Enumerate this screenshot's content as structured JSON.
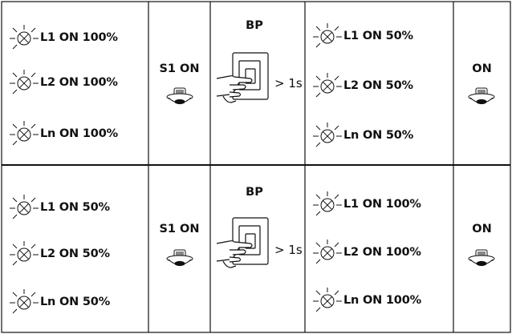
{
  "rows": [
    {
      "before": [
        "L1 ON 100%",
        "L2 ON 100%",
        "Ln ON 100%"
      ],
      "sensor_label": "S1 ON",
      "button_label": "BP",
      "press_duration": "> 1s",
      "after": [
        "L1 ON 50%",
        "L2 ON 50%",
        "Ln ON 50%"
      ],
      "result_label": "ON"
    },
    {
      "before": [
        "L1 ON 50%",
        "L2 ON 50%",
        "Ln ON 50%"
      ],
      "sensor_label": "S1 ON",
      "button_label": "BP",
      "press_duration": "> 1s",
      "after": [
        "L1 ON 100%",
        "L2 ON 100%",
        "Ln ON 100%"
      ],
      "result_label": "ON"
    }
  ],
  "colors": {
    "line": "#111111",
    "background": "#ffffff"
  },
  "icons": [
    "lamp-icon",
    "presence-sensor-icon",
    "push-button-hand-icon"
  ]
}
